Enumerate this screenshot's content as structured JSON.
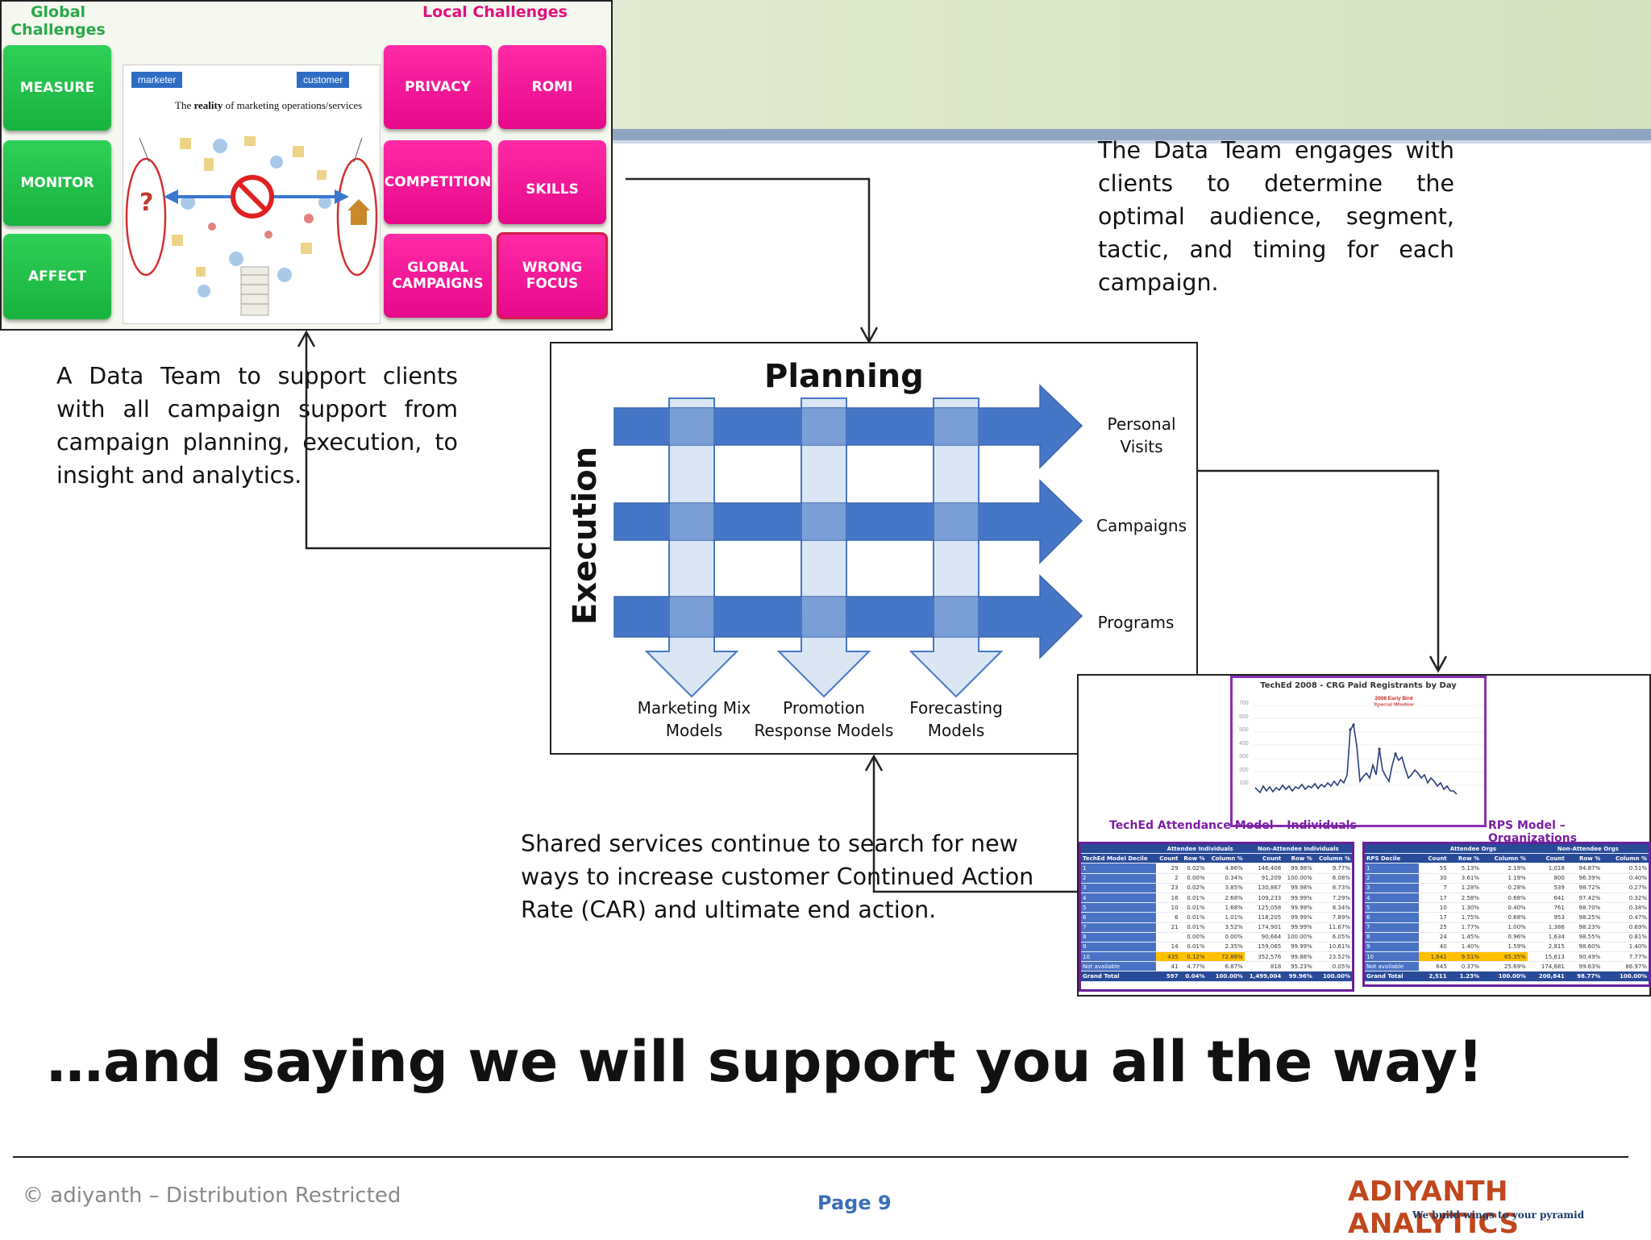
{
  "challenges": {
    "global_header": "Global Challenges",
    "local_header": "Local Challenges",
    "global_buttons": [
      "MEASURE",
      "MONITOR",
      "AFFECT"
    ],
    "local_buttons": [
      "PRIVACY",
      "ROMI",
      "COMPETITION",
      "SKILLS",
      "GLOBAL CAMPAIGNS",
      "WRONG FOCUS"
    ],
    "reality_image": {
      "tag_left": "marketer",
      "tag_right": "customer",
      "caption_pre": "The ",
      "caption_bold": "reality",
      "caption_post": " of marketing operations/services"
    }
  },
  "text_blocks": {
    "top_right": "The Data Team engages with clients to determine the optimal audience, segment, tactic, and timing for each campaign.",
    "left": "A Data Team to support clients with all campaign support from campaign planning, execution, to insight and analytics.",
    "bottom": "Shared services continue to search for new ways to increase customer Continued Action Rate (CAR) and ultimate end action."
  },
  "diagram": {
    "planning_label": "Planning",
    "execution_label": "Execution",
    "right_labels": [
      "Personal Visits",
      "Campaigns",
      "Programs"
    ],
    "bottom_labels": [
      "Marketing Mix Models",
      "Promotion Response Models",
      "Forecasting Models"
    ]
  },
  "reports": {
    "chart_title": "TechEd 2008 -  CRG Paid Registrants by Day",
    "chart_annotation": "2008 Early Bird Special Window",
    "chart_yticks": [
      "700",
      "600",
      "500",
      "400",
      "300",
      "200",
      "100"
    ],
    "left_table_label": "TechEd Attendance Model – Individuals",
    "right_table_label": "RPS Model – Organizations",
    "left_table_header_1": "Attendee Individuals",
    "left_table_header_2": "Non-Attendee Individuals",
    "left_table_col_first": "TechEd Model Decile",
    "left_table_cols": [
      "Count",
      "Row %",
      "Column %",
      "Count",
      "Row %",
      "Column %"
    ],
    "left_rows": [
      [
        "1",
        "29",
        "0.02%",
        "4.86%",
        "146,408",
        "99.98%",
        "9.77%"
      ],
      [
        "2",
        "2",
        "0.00%",
        "0.34%",
        "91,209",
        "100.00%",
        "6.08%"
      ],
      [
        "3",
        "23",
        "0.02%",
        "3.85%",
        "130,867",
        "99.98%",
        "8.73%"
      ],
      [
        "4",
        "16",
        "0.01%",
        "2.68%",
        "109,233",
        "99.99%",
        "7.29%"
      ],
      [
        "5",
        "10",
        "0.01%",
        "1.68%",
        "125,058",
        "99.99%",
        "8.34%"
      ],
      [
        "6",
        "6",
        "0.01%",
        "1.01%",
        "118,205",
        "99.99%",
        "7.89%"
      ],
      [
        "7",
        "21",
        "0.01%",
        "3.52%",
        "174,901",
        "99.99%",
        "11.67%"
      ],
      [
        "8",
        "",
        "0.00%",
        "0.00%",
        "90,664",
        "100.00%",
        "6.05%"
      ],
      [
        "9",
        "14",
        "0.01%",
        "2.35%",
        "159,065",
        "99.99%",
        "10.61%"
      ],
      [
        "10",
        "435",
        "0.12%",
        "72.86%",
        "352,576",
        "99.88%",
        "23.52%"
      ],
      [
        "Not available",
        "41",
        "4.77%",
        "6.87%",
        "818",
        "95.23%",
        "0.05%"
      ],
      [
        "Grand Total",
        "597",
        "0.04%",
        "100.00%",
        "1,499,004",
        "99.96%",
        "100.00%"
      ]
    ],
    "right_table_header_1": "Attendee Orgs",
    "right_table_header_2": "Non-Attendee Orgs",
    "right_table_col_first": "RPS Decile",
    "right_table_cols": [
      "Count",
      "Row %",
      "Column %",
      "Count",
      "Row %",
      "Column %"
    ],
    "right_rows": [
      [
        "1",
        "55",
        "5.13%",
        "2.19%",
        "1,018",
        "94.87%",
        "0.51%"
      ],
      [
        "2",
        "30",
        "3.61%",
        "1.19%",
        "800",
        "96.39%",
        "0.40%"
      ],
      [
        "3",
        "7",
        "1.28%",
        "0.28%",
        "539",
        "98.72%",
        "0.27%"
      ],
      [
        "4",
        "17",
        "2.58%",
        "0.68%",
        "641",
        "97.42%",
        "0.32%"
      ],
      [
        "5",
        "10",
        "1.30%",
        "0.40%",
        "761",
        "98.70%",
        "0.38%"
      ],
      [
        "6",
        "17",
        "1.75%",
        "0.68%",
        "953",
        "98.25%",
        "0.47%"
      ],
      [
        "7",
        "25",
        "1.77%",
        "1.00%",
        "1,386",
        "98.23%",
        "0.69%"
      ],
      [
        "8",
        "24",
        "1.45%",
        "0.96%",
        "1,634",
        "98.55%",
        "0.81%"
      ],
      [
        "9",
        "40",
        "1.40%",
        "1.59%",
        "2,815",
        "98.60%",
        "1.40%"
      ],
      [
        "10",
        "1,641",
        "9.51%",
        "65.35%",
        "15,613",
        "90.49%",
        "7.77%"
      ],
      [
        "Not available",
        "645",
        "0.37%",
        "25.69%",
        "174,681",
        "99.63%",
        "86.97%"
      ],
      [
        "Grand Total",
        "2,511",
        "1.23%",
        "100.00%",
        "200,841",
        "98.77%",
        "100.00%"
      ]
    ]
  },
  "headline": "…and saying we will support you all the way!",
  "footer": {
    "copyright": "© adiyanth – Distribution Restricted",
    "page": "Page 9",
    "brand": "ADIYANTH ANALYTICS",
    "tagline": "We build wings to your pyramid"
  },
  "colors": {
    "green": "#1fbf47",
    "pink": "#f0158f",
    "arrow_blue": "#4677c6",
    "arrow_light": "#dbe6f4",
    "brand": "#c0461c",
    "page_blue": "#3b6fb6"
  }
}
